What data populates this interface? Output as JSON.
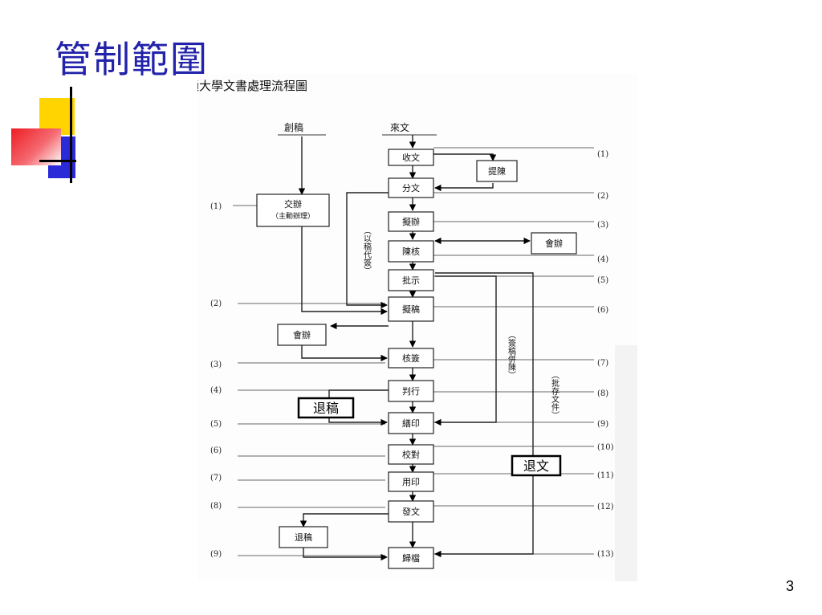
{
  "slide": {
    "title": "管制範圍",
    "page_number": "3"
  },
  "flowchart": {
    "heading": "國立交通大學文書處理流程圖",
    "col_left_head": "創稿",
    "col_right_head": "來文",
    "nodes": {
      "receive": "收文",
      "expedite": "提陳",
      "distribute": "分文",
      "handle_line1": "交辦",
      "handle_line2": "（主動辦理）",
      "draft_proposal": "擬辦",
      "review": "陳核",
      "cosign_right": "會辦",
      "instruct": "批示",
      "draft": "擬稿",
      "cosign_left": "會辦",
      "check": "核簽",
      "approve": "判行",
      "print": "繕印",
      "proofread": "校對",
      "stamp": "用印",
      "dispatch": "發文",
      "return_draft_node": "退稿",
      "archive": "歸檔"
    },
    "vertical_notes": {
      "substitute": "（以稿代簽）",
      "submit": "（簽稿併陳）",
      "filing": "（批存文件）"
    },
    "highlight_labels": {
      "return_draft": "退稿",
      "return_doc": "退文"
    },
    "left_indices": [
      "(1)",
      "(2)",
      "(3)",
      "(4)",
      "(5)",
      "(6)",
      "(7)",
      "(8)",
      "(9)"
    ],
    "right_indices": [
      "(1)",
      "(2)",
      "(3)",
      "(4)",
      "(5)",
      "(6)",
      "(7)",
      "(8)",
      "(9)",
      "(10)",
      "(11)",
      "(12)",
      "(13)"
    ]
  },
  "colors": {
    "title": "#2222aa",
    "deco_yellow": "#ffd400",
    "deco_blue": "#2a2ad8",
    "deco_red": "#ee1c24"
  }
}
